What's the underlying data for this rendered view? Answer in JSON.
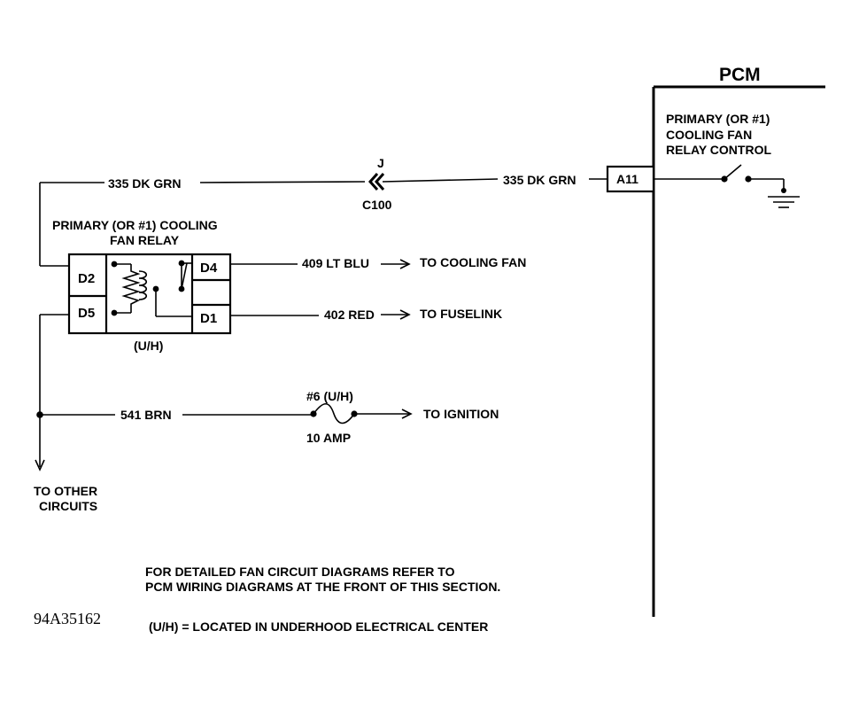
{
  "pcm": {
    "title": "PCM",
    "control_label_lines": [
      "PRIMARY (OR #1)",
      "COOLING FAN",
      "RELAY CONTROL"
    ],
    "terminal": "A11"
  },
  "wires": {
    "top_left": "335 DK GRN",
    "top_right": "335 DK GRN",
    "cooling_fan": "409 LT BLU",
    "fuselink": "402 RED",
    "ignition": "541 BRN"
  },
  "connector": {
    "pin": "J",
    "name": "C100"
  },
  "relay": {
    "label_lines": [
      "PRIMARY (OR #1) COOLING",
      "FAN RELAY"
    ],
    "terminals": [
      "D2",
      "D5",
      "D4",
      "D1"
    ],
    "location": "(U/H)"
  },
  "destinations": {
    "cooling_fan": "TO COOLING FAN",
    "fuselink": "TO FUSELINK",
    "ignition": "TO IGNITION",
    "other_lines": [
      "TO OTHER",
      "CIRCUITS"
    ]
  },
  "fuse": {
    "name": "#6 (U/H)",
    "rating": "10 AMP"
  },
  "notes": {
    "line1": "FOR DETAILED FAN CIRCUIT DIAGRAMS REFER TO",
    "line2": "PCM WIRING DIAGRAMS AT THE FRONT OF THIS SECTION.",
    "legend": "(U/H) = LOCATED IN UNDERHOOD ELECTRICAL CENTER"
  },
  "figure_id": "94A35162"
}
